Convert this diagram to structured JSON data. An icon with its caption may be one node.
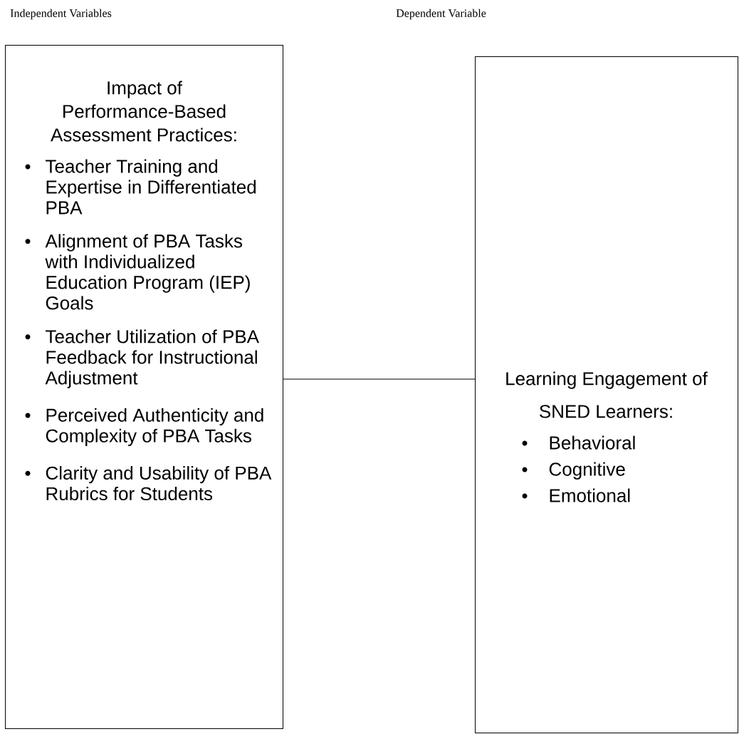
{
  "diagram": {
    "nodes": [
      {
        "text": [
          "Impact of Performance-Based Assessment Practices:",
          "Teacher Training and Expertise in Differentiated PBA",
          "Alignment of PBA Tasks with Individualized Education Program (IEP) Goals",
          "Teacher Utilization of PBA Feedback for Instructional Adjustment",
          "Perceived Authenticity and Complexity of PBA Tasks",
          "Clarity and Usability of PBA Rubrics for Students"
        ]
      },
      {
        "text": [
          "Learning Engagement of SNED Learners:",
          "Behavioral",
          "Cognitive",
          "Emotional"
        ]
      }
    ],
    "edges": [
      {
        "from": 0,
        "to": 1,
        "arrow": "none"
      }
    ],
    "labels": [
      "Independent Variables",
      "Dependent Variable"
    ]
  }
}
